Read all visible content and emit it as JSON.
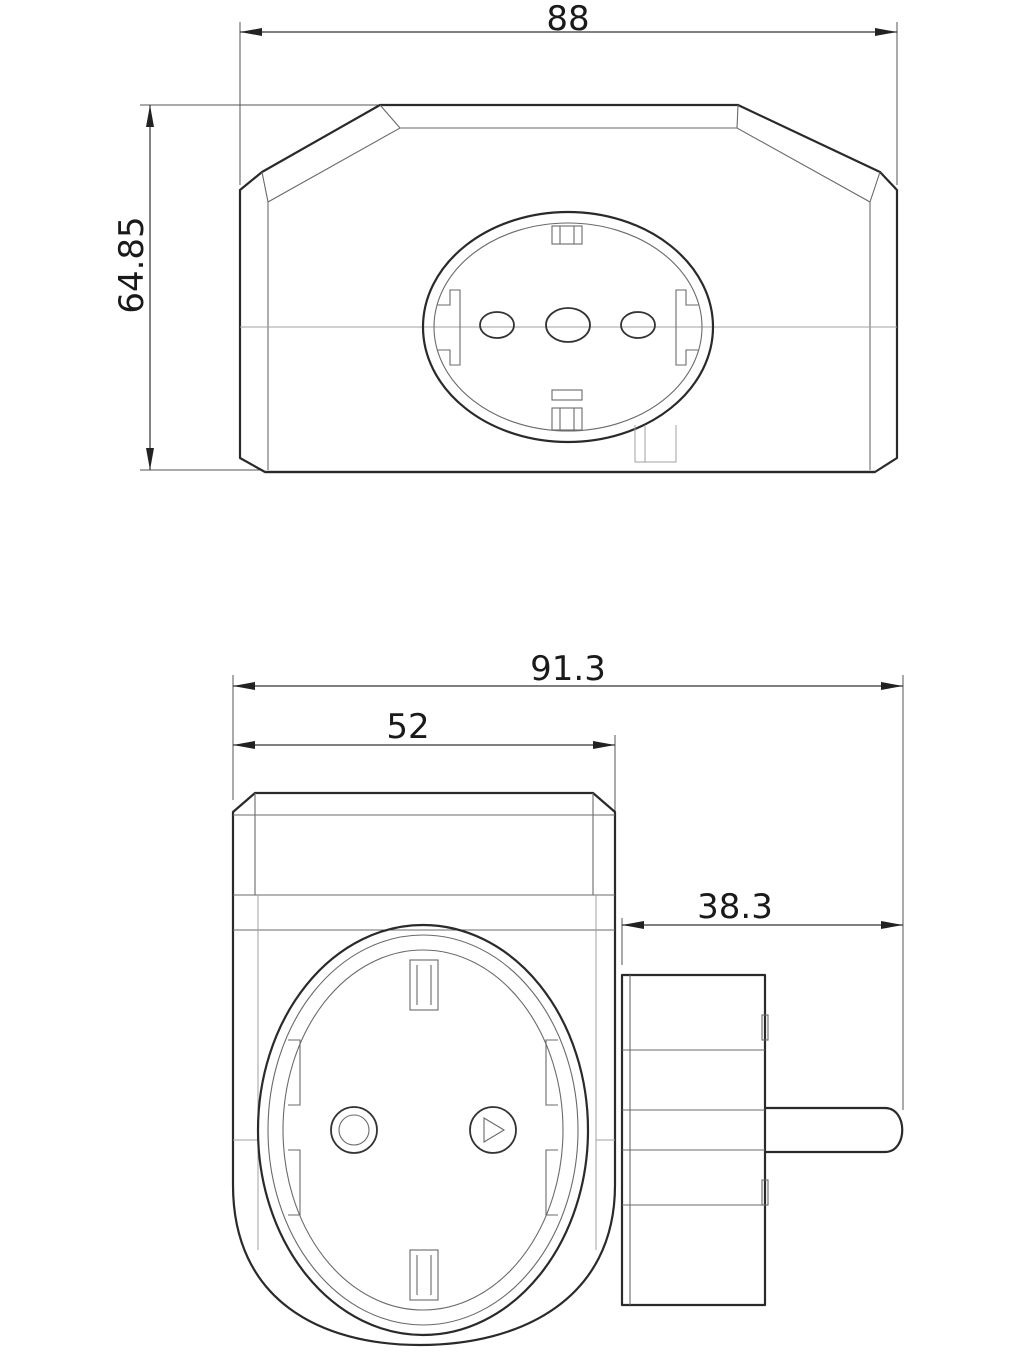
{
  "top_view": {
    "width_label": "88",
    "height_label": "64.85"
  },
  "front_view": {
    "total_width_label": "91.3",
    "body_width_label": "52",
    "plug_depth_label": "38.3"
  }
}
